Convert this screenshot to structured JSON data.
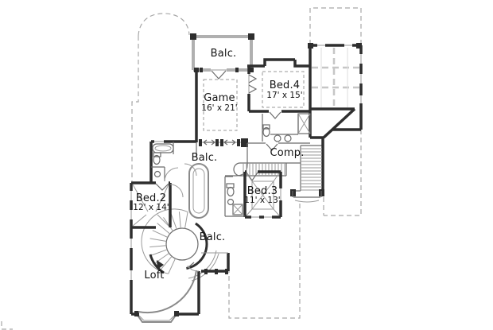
{
  "rooms": [
    {
      "id": "balc-top",
      "label": "Balc."
    },
    {
      "id": "game",
      "label": "Game",
      "dims": "16' x 21'"
    },
    {
      "id": "bed4",
      "label": "Bed.4",
      "dims": "17' x 15'"
    },
    {
      "id": "comp",
      "label": "Comp."
    },
    {
      "id": "balc-mid",
      "label": "Balc."
    },
    {
      "id": "bed2",
      "label": "Bed.2",
      "dims": "12' x 14'"
    },
    {
      "id": "bed3",
      "label": "Bed.3",
      "dims": "11' x 13'"
    },
    {
      "id": "balc-low",
      "label": "Balc."
    },
    {
      "id": "loft",
      "label": "Loft"
    }
  ],
  "colors": {
    "background": "#ffffff",
    "wall_dark": "#2e2e2e",
    "wall_light": "#b0b0b0",
    "line_thin": "#6b6b6b",
    "line_mid": "#8a8a8a",
    "line_faint": "#9a9a9a",
    "dash_roof": "#a8a8a8",
    "dash_grid": "#c6c6c6",
    "dash_grid_thin": "#dedede",
    "text": "#141414"
  }
}
